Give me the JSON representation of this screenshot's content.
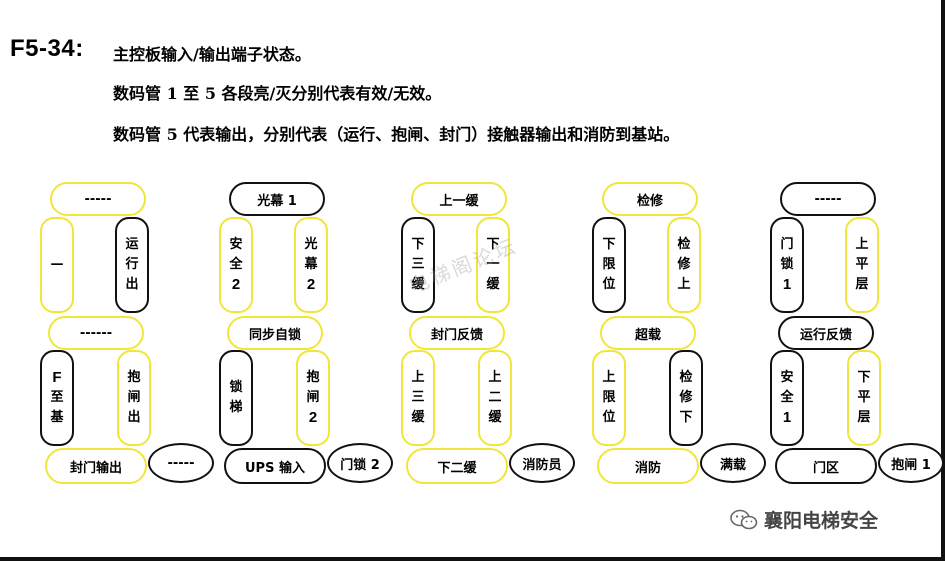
{
  "header": {
    "code": "F5-34:",
    "line1": "主控板输入/输出端子状态。",
    "line2": "数码管 1 至 5 各段亮/灭分别代表有效/无效。",
    "line3": "数码管 5 代表输出，分别代表（运行、抱闸、封门）接触器输出和消防到基站。"
  },
  "digits": [
    {
      "top": "-----",
      "top_state": "off",
      "ul": [
        "—"
      ],
      "ul_state": "off",
      "ur": [
        "运",
        "行",
        "出"
      ],
      "ur_state": "on",
      "mid": "------",
      "mid_state": "off",
      "ll": [
        "F",
        "至",
        "基"
      ],
      "ll_state": "on",
      "lr": [
        "抱",
        "闸",
        "出"
      ],
      "lr_state": "off",
      "bot": "封门输出",
      "bot_state": "off",
      "dp": "-----",
      "dp_state": "on"
    },
    {
      "top": "光幕 1",
      "top_state": "on",
      "ul": [
        "安",
        "全",
        "2"
      ],
      "ul_state": "off",
      "ur": [
        "光",
        "幕",
        "2"
      ],
      "ur_state": "off",
      "mid": "同步自锁",
      "mid_state": "off",
      "ll": [
        "锁",
        "梯"
      ],
      "ll_state": "on",
      "lr": [
        "抱",
        "闸",
        "2"
      ],
      "lr_state": "off",
      "bot": "UPS 输入",
      "bot_state": "on",
      "dp": "门锁 2",
      "dp_state": "on"
    },
    {
      "top": "上一缓",
      "top_state": "off",
      "ul": [
        "下",
        "三",
        "缓"
      ],
      "ul_state": "on",
      "ur": [
        "下",
        "一",
        "缓"
      ],
      "ur_state": "off",
      "mid": "封门反馈",
      "mid_state": "off",
      "ll": [
        "上",
        "三",
        "缓"
      ],
      "ll_state": "off",
      "lr": [
        "上",
        "二",
        "缓"
      ],
      "lr_state": "off",
      "bot": "下二缓",
      "bot_state": "off",
      "dp": "消防员",
      "dp_state": "on"
    },
    {
      "top": "检修",
      "top_state": "off",
      "ul": [
        "下",
        "限",
        "位"
      ],
      "ul_state": "on",
      "ur": [
        "检",
        "修",
        "上"
      ],
      "ur_state": "off",
      "mid": "超载",
      "mid_state": "off",
      "ll": [
        "上",
        "限",
        "位"
      ],
      "ll_state": "off",
      "lr": [
        "检",
        "修",
        "下"
      ],
      "lr_state": "on",
      "bot": "消防",
      "bot_state": "off",
      "dp": "满载",
      "dp_state": "on"
    },
    {
      "top": "-----",
      "top_state": "on",
      "ul": [
        "门",
        "锁",
        "1"
      ],
      "ul_state": "on",
      "ur": [
        "上",
        "平",
        "层"
      ],
      "ur_state": "off",
      "mid": "运行反馈",
      "mid_state": "on",
      "ll": [
        "安",
        "全",
        "1"
      ],
      "ll_state": "on",
      "lr": [
        "下",
        "平",
        "层"
      ],
      "lr_state": "off",
      "bot": "门区",
      "bot_state": "on",
      "dp": "抱闸 1",
      "dp_state": "on"
    }
  ],
  "watermark": "电梯阁论坛",
  "brand": {
    "name": "襄阳电梯安全",
    "icon": "wechat-icon"
  },
  "colors": {
    "active": "#111111",
    "inactive": "#f0e63a"
  }
}
